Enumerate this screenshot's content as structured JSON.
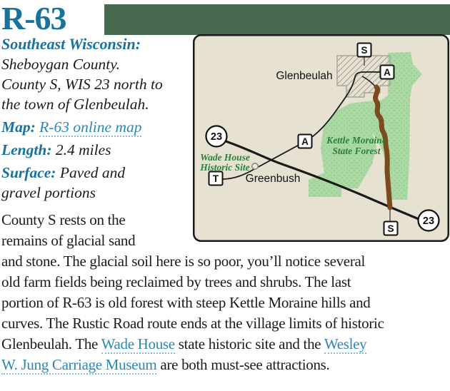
{
  "header": {
    "title": "R-63"
  },
  "intro": {
    "region_label": "Southeast Wisconsin:",
    "lines": [
      "Sheboygan County.",
      "County S, WIS 23 north to",
      "the town of Glenbeulah."
    ]
  },
  "facts": {
    "map_label": "Map:",
    "map_link": "R-63 online map",
    "length_label": "Length:",
    "length_value": "2.4 miles",
    "surface_label": "Surface:",
    "surface_value_line1": "Paved and",
    "surface_value_line2": "gravel portions"
  },
  "paragraph": {
    "lines": [
      "County S rests on the",
      "remains of glacial sand",
      "and stone. The glacial soil here is so poor, you’ll notice several",
      "old farm fields being reclaimed by trees and shrubs. The last",
      "portion of R-63 is old forest with steep Kettle Moraine hills and",
      "curves. The Rustic Road route ends at the village limits of historic"
    ],
    "line7": {
      "pre": "Glenbeulah. The ",
      "link1": "Wade House",
      "mid": " state historic site and the ",
      "link2": "Wesley"
    },
    "line8": {
      "link": "W. Jung Carriage Museum",
      "post": " are both must-see attractions."
    }
  },
  "map": {
    "town_glenbeulah": "Glenbeulah",
    "town_greenbush": "Greenbush",
    "forest_name_line1": "Kettle Moraine",
    "forest_name_line2": "State Forest",
    "site_name_line1": "Wade House",
    "site_name_line2": "Historic Site",
    "markers": {
      "top_s": "S",
      "glenbeulah_a": "A",
      "mid_a": "A",
      "t": "T",
      "bottom_s": "S",
      "hwy_left": "23",
      "hwy_right": "23"
    }
  },
  "theme": {
    "accent_teal": "#17729d",
    "link_blue": "#2b87b4",
    "link_underline": "#8cbcdc",
    "body_text": "#1b1b1b",
    "band_green": "#486a4e",
    "map_background": "#e7e1d1",
    "forest_green": "#abd9a3",
    "forest_dot_green": "#8cc488",
    "route_brown": "#7b4a1d",
    "map_label_green": "#28813c",
    "village_hatch_gray": "#b2aea2"
  }
}
